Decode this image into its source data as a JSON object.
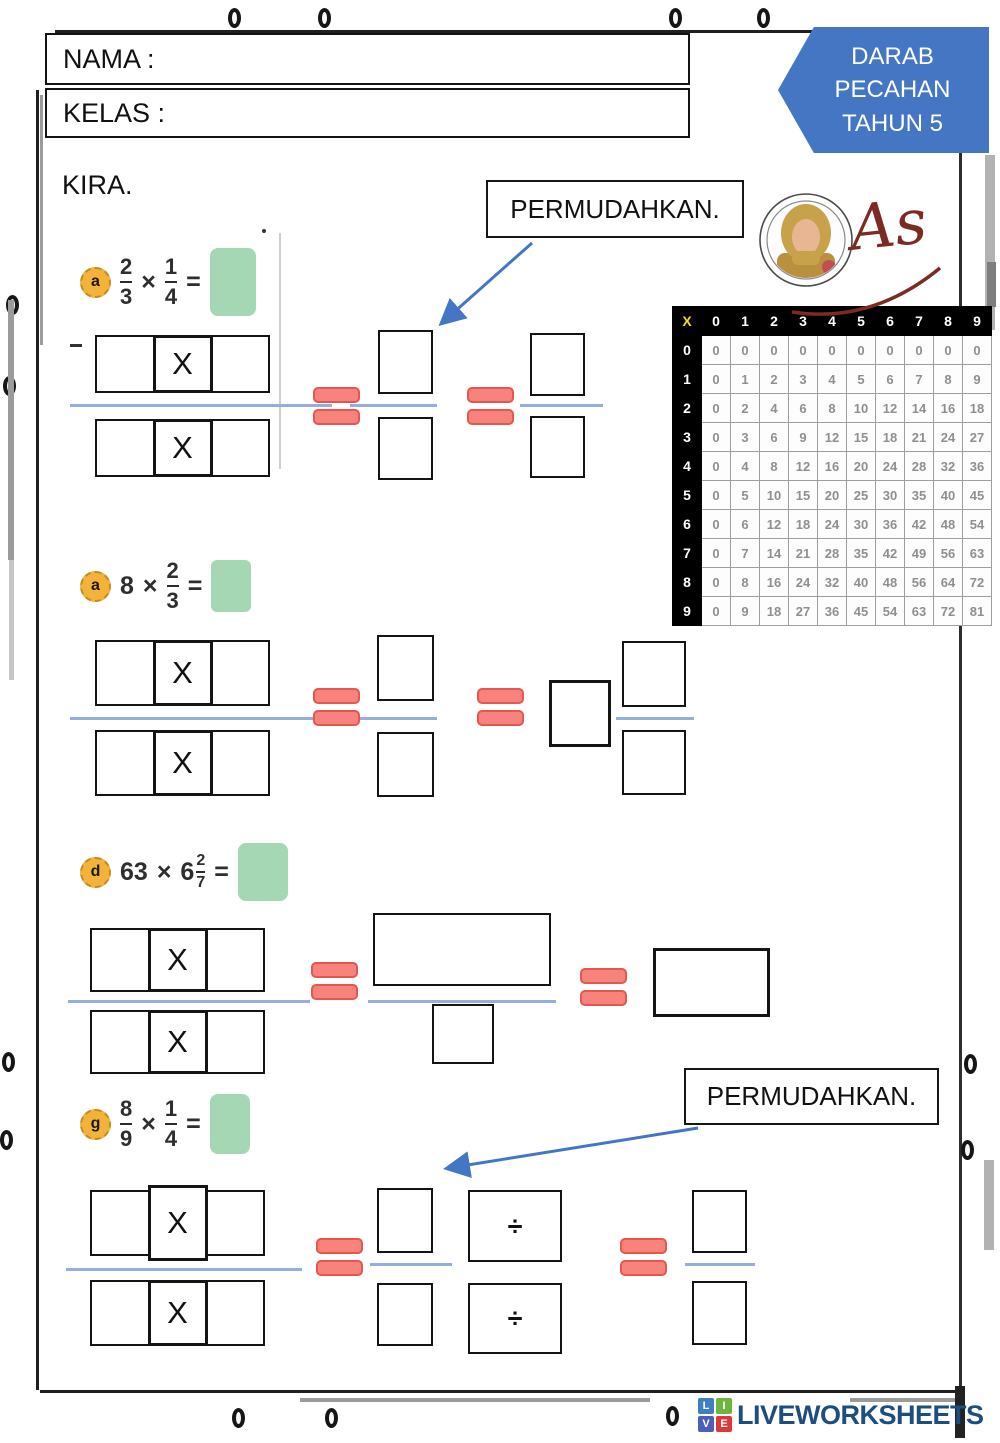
{
  "page": {
    "kira": "KIRA.",
    "permudahkan": "PERMUDAHKAN."
  },
  "header": {
    "nama_label": "NAMA :",
    "kelas_label": "KELAS :",
    "banner": {
      "line1": "DARAB",
      "line2": "PECAHAN",
      "line3": "TAHUN 5"
    }
  },
  "teacher": {
    "signature": "As"
  },
  "problems": {
    "p1": {
      "badge": "a",
      "num1": "2",
      "den1": "3",
      "op": "×",
      "num2": "1",
      "den2": "4",
      "eq": "="
    },
    "p2": {
      "badge": "a",
      "whole": "8",
      "op": "×",
      "num2": "2",
      "den2": "3",
      "eq": "="
    },
    "p3": {
      "badge": "d",
      "whole": "63",
      "op": "×",
      "mixed_whole": "6",
      "num2": "2",
      "den2": "7",
      "eq": "="
    },
    "p4": {
      "badge": "g",
      "num1": "8",
      "den1": "9",
      "op": "×",
      "num2": "1",
      "den2": "4",
      "eq": "="
    }
  },
  "template_symbols": {
    "multiply": "X",
    "divide": "÷",
    "dash": "-"
  },
  "mult_table": {
    "corner": "X",
    "col_headers": [
      "0",
      "1",
      "2",
      "3",
      "4",
      "5",
      "6",
      "7",
      "8",
      "9"
    ],
    "rows": [
      {
        "header": "0",
        "cells": [
          "0",
          "0",
          "0",
          "0",
          "0",
          "0",
          "0",
          "0",
          "0",
          "0"
        ]
      },
      {
        "header": "1",
        "cells": [
          "0",
          "1",
          "2",
          "3",
          "4",
          "5",
          "6",
          "7",
          "8",
          "9"
        ]
      },
      {
        "header": "2",
        "cells": [
          "0",
          "2",
          "4",
          "6",
          "8",
          "10",
          "12",
          "14",
          "16",
          "18"
        ]
      },
      {
        "header": "3",
        "cells": [
          "0",
          "3",
          "6",
          "9",
          "12",
          "15",
          "18",
          "21",
          "24",
          "27"
        ]
      },
      {
        "header": "4",
        "cells": [
          "0",
          "4",
          "8",
          "12",
          "16",
          "20",
          "24",
          "28",
          "32",
          "36"
        ]
      },
      {
        "header": "5",
        "cells": [
          "0",
          "5",
          "10",
          "15",
          "20",
          "25",
          "30",
          "35",
          "40",
          "45"
        ]
      },
      {
        "header": "6",
        "cells": [
          "0",
          "6",
          "12",
          "18",
          "24",
          "30",
          "36",
          "42",
          "48",
          "54"
        ]
      },
      {
        "header": "7",
        "cells": [
          "0",
          "7",
          "14",
          "21",
          "28",
          "35",
          "42",
          "49",
          "56",
          "63"
        ]
      },
      {
        "header": "8",
        "cells": [
          "0",
          "8",
          "16",
          "24",
          "32",
          "40",
          "48",
          "56",
          "64",
          "72"
        ]
      },
      {
        "header": "9",
        "cells": [
          "0",
          "9",
          "18",
          "27",
          "36",
          "45",
          "54",
          "63",
          "72",
          "81"
        ]
      }
    ]
  },
  "footer": {
    "logo_squares": [
      "L",
      "I",
      "V",
      "E"
    ],
    "logo_text": "LIVEWORKSHEETS"
  },
  "colors": {
    "banner_blue": "#4576c4",
    "answer_green": "#a6d7b5",
    "equals_red": "#f8837d",
    "fraction_line_blue": "#94aede",
    "badge_orange": "#f3b33b",
    "logo_navy": "#1c4e80",
    "signature_maroon": "#7b2b22"
  }
}
